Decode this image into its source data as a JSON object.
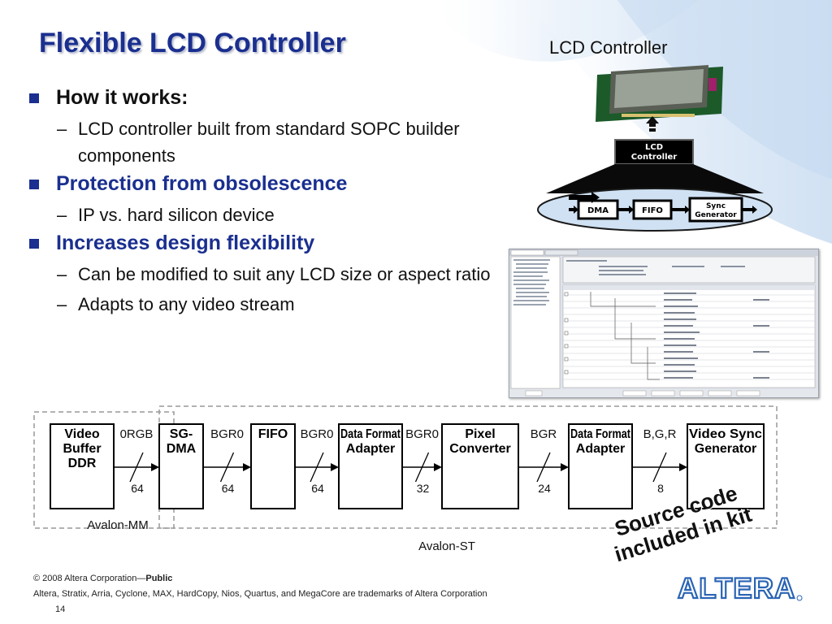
{
  "title": "Flexible LCD Controller",
  "bullets": [
    {
      "text": "How it works:",
      "subs": [
        "LCD controller built from standard SOPC builder components"
      ]
    },
    {
      "text": "Protection from obsolescence",
      "subs": [
        "IP vs. hard silicon device"
      ]
    },
    {
      "text": "Increases design flexibility",
      "subs": [
        "Can be modified to suit any LCD size or aspect ratio",
        "Adapts to any video stream"
      ]
    }
  ],
  "lcd_figure": {
    "title": "LCD Controller",
    "controller_label_1": "LCD",
    "controller_label_2": "Controller",
    "dma": "DMA",
    "fifo": "FIFO",
    "sync_1": "Sync",
    "sync_2": "Generator"
  },
  "block_diagram": {
    "blocks": [
      {
        "label": [
          "Video",
          "Buffer",
          "DDR"
        ]
      },
      {
        "label": [
          "SG-",
          "DMA"
        ]
      },
      {
        "label": [
          "FIFO"
        ]
      },
      {
        "label": [
          "Data Format",
          "Adapter"
        ]
      },
      {
        "label": [
          "Pixel",
          "Converter"
        ]
      },
      {
        "label": [
          "Data Format",
          "Adapter"
        ]
      },
      {
        "label": [
          "Video Sync",
          "Generator"
        ]
      }
    ],
    "links": [
      {
        "format": "0RGB",
        "width": "64"
      },
      {
        "format": "BGR0",
        "width": "64"
      },
      {
        "format": "BGR0",
        "width": "64"
      },
      {
        "format": "BGR0",
        "width": "32"
      },
      {
        "format": "BGR",
        "width": "24"
      },
      {
        "format": "B,G,R",
        "width": "8"
      }
    ],
    "region_mm": "Avalon-MM",
    "region_st": "Avalon-ST"
  },
  "callout": {
    "line1": "Source code",
    "line2": "included in kit"
  },
  "footer": {
    "copyright": "© 2008 Altera Corporation—",
    "public": "Public",
    "trademarks": "Altera, Stratix, Arria, Cyclone, MAX, HardCopy, Nios, Quartus, and MegaCore are trademarks of Altera Corporation",
    "page_number": "14",
    "logo_text": "ALTERA"
  },
  "colors": {
    "title_blue": "#1a2f8f",
    "wave_blue": "#cfe1f3",
    "logo_blue": "#2a64b4"
  }
}
